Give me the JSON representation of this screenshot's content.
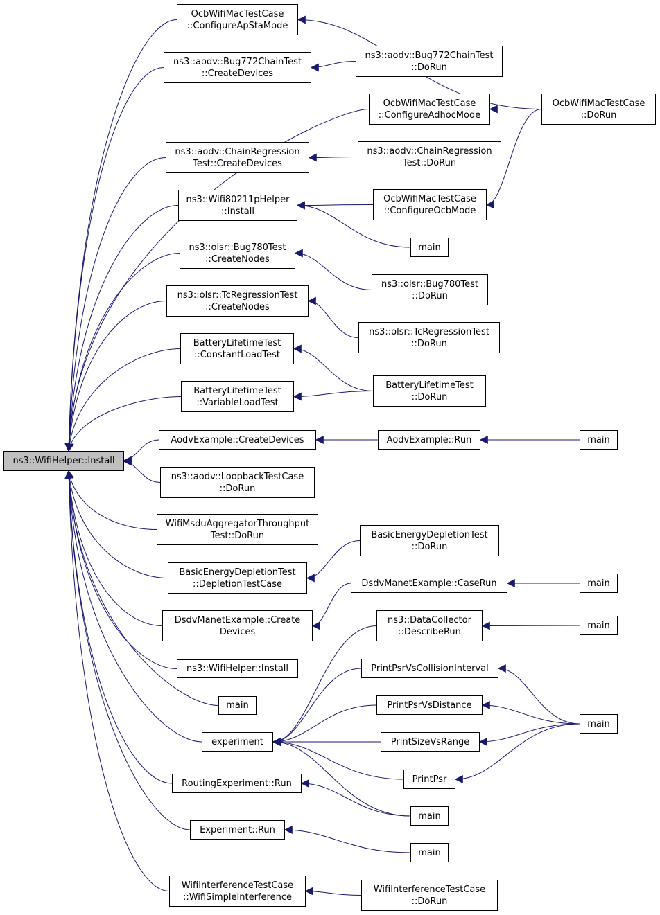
{
  "colors": {
    "edge": "#191970",
    "root_fill": "#bfbfbf",
    "node_fill": "#ffffff",
    "node_border": "#000000"
  },
  "nodes": [
    {
      "id": "n0",
      "lines": [
        "ns3::WifiHelper::Install"
      ],
      "root": true
    },
    {
      "id": "n1",
      "lines": [
        "OcbWifiMacTestCase",
        "::ConfigureApStaMode"
      ]
    },
    {
      "id": "n2",
      "lines": [
        "ns3::aodv::Bug772ChainTest",
        "::CreateDevices"
      ]
    },
    {
      "id": "n3",
      "lines": [
        "ns3::aodv::ChainRegression",
        "Test::CreateDevices"
      ]
    },
    {
      "id": "n4",
      "lines": [
        "ns3::Wifi80211pHelper",
        "::Install"
      ]
    },
    {
      "id": "n5",
      "lines": [
        "ns3::olsr::Bug780Test",
        "::CreateNodes"
      ]
    },
    {
      "id": "n6",
      "lines": [
        "ns3::olsr::TcRegressionTest",
        "::CreateNodes"
      ]
    },
    {
      "id": "n7",
      "lines": [
        "BatteryLifetimeTest",
        "::ConstantLoadTest"
      ]
    },
    {
      "id": "n8",
      "lines": [
        "BatteryLifetimeTest",
        "::VariableLoadTest"
      ]
    },
    {
      "id": "n9",
      "lines": [
        "AodvExample::CreateDevices"
      ]
    },
    {
      "id": "n10",
      "lines": [
        "ns3::aodv::LoopbackTestCase",
        "::DoRun"
      ]
    },
    {
      "id": "n11",
      "lines": [
        "WifiMsduAggregatorThroughput",
        "Test::DoRun"
      ]
    },
    {
      "id": "n12",
      "lines": [
        "BasicEnergyDepletionTest",
        "::DepletionTestCase"
      ]
    },
    {
      "id": "n13",
      "lines": [
        "DsdvManetExample::Create",
        "Devices"
      ]
    },
    {
      "id": "n14",
      "lines": [
        "ns3::WifiHelper::Install"
      ]
    },
    {
      "id": "n15",
      "lines": [
        "main"
      ]
    },
    {
      "id": "n16",
      "lines": [
        "experiment"
      ]
    },
    {
      "id": "n17",
      "lines": [
        "RoutingExperiment::Run"
      ]
    },
    {
      "id": "n18",
      "lines": [
        "Experiment::Run"
      ]
    },
    {
      "id": "n19",
      "lines": [
        "WifiInterferenceTestCase",
        "::WifiSimpleInterference"
      ]
    },
    {
      "id": "n20",
      "lines": [
        "ns3::aodv::Bug772ChainTest",
        "::DoRun"
      ]
    },
    {
      "id": "n21",
      "lines": [
        "OcbWifiMacTestCase",
        "::ConfigureAdhocMode"
      ]
    },
    {
      "id": "n22",
      "lines": [
        "ns3::aodv::ChainRegression",
        "Test::DoRun"
      ]
    },
    {
      "id": "n23",
      "lines": [
        "OcbWifiMacTestCase",
        "::ConfigureOcbMode"
      ]
    },
    {
      "id": "n24",
      "lines": [
        "main"
      ]
    },
    {
      "id": "n25",
      "lines": [
        "ns3::olsr::Bug780Test",
        "::DoRun"
      ]
    },
    {
      "id": "n26",
      "lines": [
        "ns3::olsr::TcRegressionTest",
        "::DoRun"
      ]
    },
    {
      "id": "n27",
      "lines": [
        "BatteryLifetimeTest",
        "::DoRun"
      ]
    },
    {
      "id": "n28",
      "lines": [
        "AodvExample::Run"
      ]
    },
    {
      "id": "n29",
      "lines": [
        "BasicEnergyDepletionTest",
        "::DoRun"
      ]
    },
    {
      "id": "n30",
      "lines": [
        "DsdvManetExample::CaseRun"
      ]
    },
    {
      "id": "n31",
      "lines": [
        "ns3::DataCollector",
        "::DescribeRun"
      ]
    },
    {
      "id": "n32",
      "lines": [
        "PrintPsrVsCollisionInterval"
      ]
    },
    {
      "id": "n33",
      "lines": [
        "PrintPsrVsDistance"
      ]
    },
    {
      "id": "n34",
      "lines": [
        "PrintSizeVsRange"
      ]
    },
    {
      "id": "n35",
      "lines": [
        "PrintPsr"
      ]
    },
    {
      "id": "n36",
      "lines": [
        "main"
      ]
    },
    {
      "id": "n37",
      "lines": [
        "main"
      ]
    },
    {
      "id": "n38",
      "lines": [
        "WifiInterferenceTestCase",
        "::DoRun"
      ]
    },
    {
      "id": "n39",
      "lines": [
        "OcbWifiMacTestCase",
        "::DoRun"
      ]
    },
    {
      "id": "n40",
      "lines": [
        "main"
      ]
    },
    {
      "id": "n41",
      "lines": [
        "main"
      ]
    },
    {
      "id": "n42",
      "lines": [
        "main"
      ]
    },
    {
      "id": "n43",
      "lines": [
        "main"
      ]
    }
  ],
  "edges": [
    {
      "from": "n1",
      "to": "n0"
    },
    {
      "from": "n2",
      "to": "n0"
    },
    {
      "from": "n21",
      "to": "n0"
    },
    {
      "from": "n3",
      "to": "n0"
    },
    {
      "from": "n4",
      "to": "n0"
    },
    {
      "from": "n5",
      "to": "n0"
    },
    {
      "from": "n6",
      "to": "n0"
    },
    {
      "from": "n7",
      "to": "n0"
    },
    {
      "from": "n8",
      "to": "n0"
    },
    {
      "from": "n9",
      "to": "n0"
    },
    {
      "from": "n10",
      "to": "n0"
    },
    {
      "from": "n11",
      "to": "n0"
    },
    {
      "from": "n12",
      "to": "n0"
    },
    {
      "from": "n13",
      "to": "n0"
    },
    {
      "from": "n14",
      "to": "n0"
    },
    {
      "from": "n15",
      "to": "n0"
    },
    {
      "from": "n16",
      "to": "n0"
    },
    {
      "from": "n17",
      "to": "n0"
    },
    {
      "from": "n18",
      "to": "n0"
    },
    {
      "from": "n19",
      "to": "n0"
    },
    {
      "from": "n39",
      "to": "n1"
    },
    {
      "from": "n20",
      "to": "n2"
    },
    {
      "from": "n39",
      "to": "n21"
    },
    {
      "from": "n22",
      "to": "n3"
    },
    {
      "from": "n23",
      "to": "n4"
    },
    {
      "from": "n24",
      "to": "n4"
    },
    {
      "from": "n39",
      "to": "n23"
    },
    {
      "from": "n25",
      "to": "n5"
    },
    {
      "from": "n26",
      "to": "n6"
    },
    {
      "from": "n27",
      "to": "n7"
    },
    {
      "from": "n27",
      "to": "n8"
    },
    {
      "from": "n28",
      "to": "n9"
    },
    {
      "from": "n40",
      "to": "n28"
    },
    {
      "from": "n29",
      "to": "n12"
    },
    {
      "from": "n30",
      "to": "n13"
    },
    {
      "from": "n41",
      "to": "n30"
    },
    {
      "from": "n31",
      "to": "n16"
    },
    {
      "from": "n32",
      "to": "n16"
    },
    {
      "from": "n33",
      "to": "n16"
    },
    {
      "from": "n34",
      "to": "n16"
    },
    {
      "from": "n35",
      "to": "n16"
    },
    {
      "from": "n36",
      "to": "n16"
    },
    {
      "from": "n42",
      "to": "n31"
    },
    {
      "from": "n43",
      "to": "n32"
    },
    {
      "from": "n43",
      "to": "n33"
    },
    {
      "from": "n43",
      "to": "n34"
    },
    {
      "from": "n43",
      "to": "n35"
    },
    {
      "from": "n36",
      "to": "n17"
    },
    {
      "from": "n37",
      "to": "n18"
    },
    {
      "from": "n38",
      "to": "n19"
    }
  ]
}
